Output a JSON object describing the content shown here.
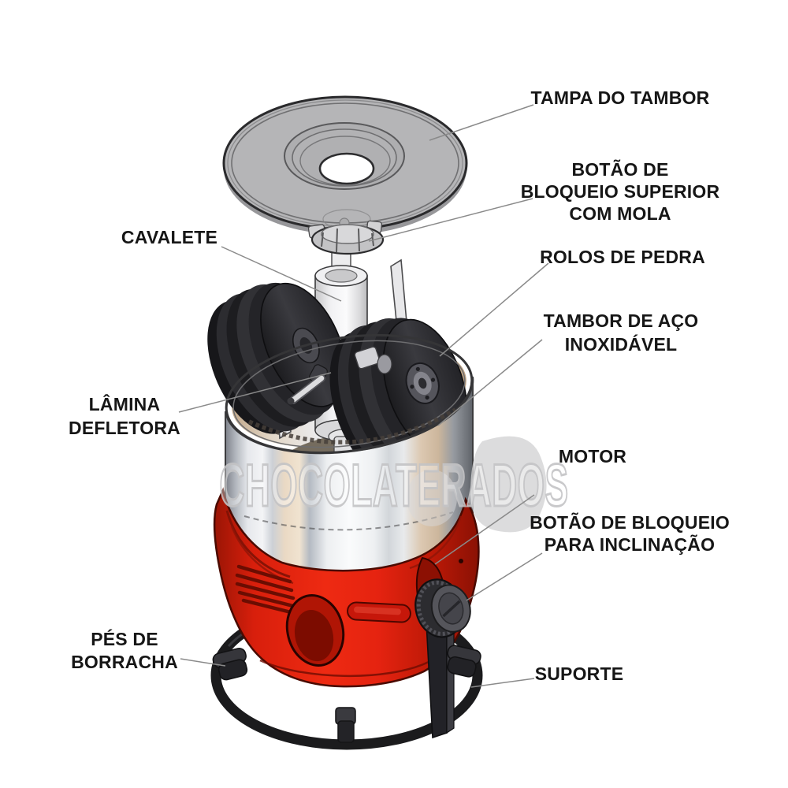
{
  "page": {
    "background": "#ffffff",
    "type": "exploded-parts-diagram",
    "subject": "chocolate melanger / stone grinder"
  },
  "watermark": {
    "text": "CHOCOLATERADOS"
  },
  "labels": {
    "tampa_do_tambor": {
      "line1": "TAMPA DO TAMBOR"
    },
    "botao_bloqueio_superior": {
      "line1": "BOTÃO DE",
      "line2": "BLOQUEIO SUPERIOR",
      "line3": "COM MOLA"
    },
    "cavalete": {
      "line1": "CAVALETE"
    },
    "rolos_de_pedra": {
      "line1": "ROLOS DE PEDRA"
    },
    "tambor_aco_inoxidavel": {
      "line1": "TAMBOR DE AÇO",
      "line2": "INOXIDÁVEL"
    },
    "lamina_defletora": {
      "line1": "LÂMINA",
      "line2": "DEFLETORA"
    },
    "motor": {
      "line1": "MOTOR"
    },
    "botao_bloqueio_inclinacao": {
      "line1": "BOTÃO DE BLOQUEIO",
      "line2": "PARA INCLINAÇÃO"
    },
    "pes_de_borracha": {
      "line1": "PÉS DE",
      "line2": "BORRACHA"
    },
    "suporte": {
      "line1": "SUPORTE"
    }
  },
  "colors": {
    "label_text": "#161616",
    "leader_line": "#8a8a8a",
    "base_red": "#e02310",
    "base_red_dark": "#8f1204",
    "lid_gray": "#b5b5b7",
    "steel_light": "#f2f3f5",
    "steel_tan": "#d9c3ac",
    "roller_black": "#2b2b2e",
    "support_black": "#1d1d1f",
    "watermark_gray": "#c9c9c9"
  }
}
